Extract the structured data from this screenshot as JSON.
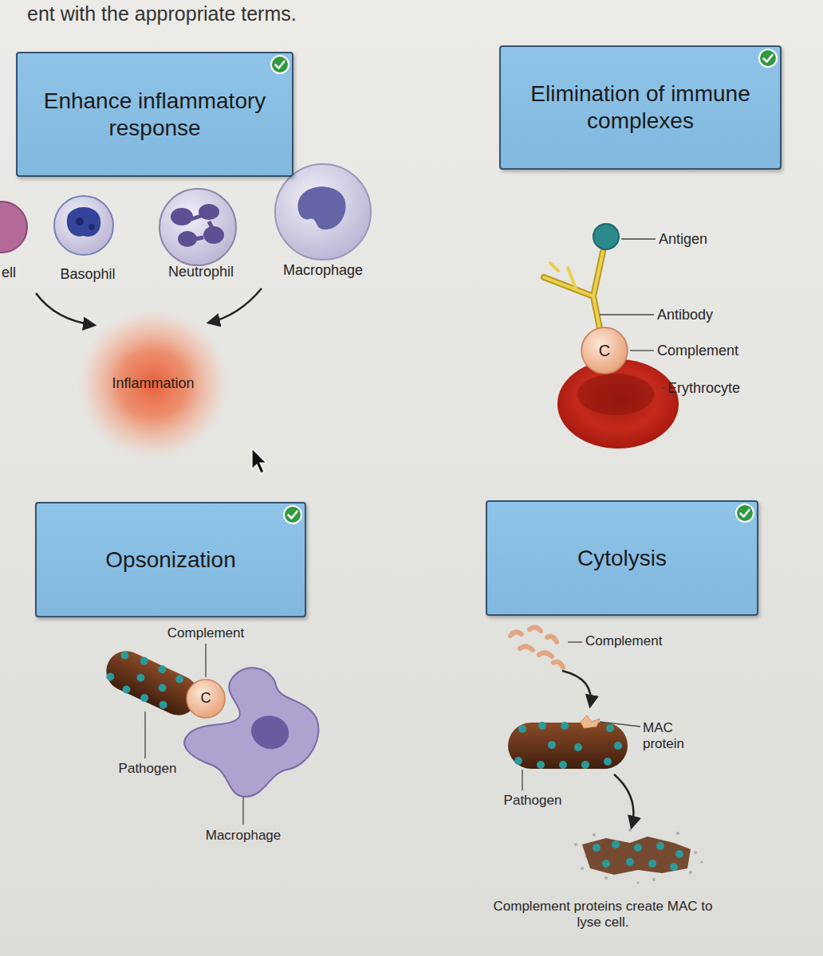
{
  "diagram": {
    "nodes": [
      {
        "text": [
          "Enhance inflammatory response"
        ]
      },
      {
        "text": [
          "Elimination of immune complexes"
        ]
      },
      {
        "text": [
          "Inflammation"
        ]
      },
      {
        "text": [
          "C"
        ]
      },
      {
        "text": [
          "Opsonization"
        ]
      },
      {
        "text": [
          "C"
        ]
      },
      {
        "text": [
          "Cytolysis"
        ]
      }
    ],
    "labels": [
      "ent with the appropriate terms.",
      "ell",
      "Basophil",
      "Neutrophil",
      "Macrophage",
      "Antigen",
      "Antibody",
      "Complement",
      "Erythrocyte",
      "Complement",
      "Pathogen",
      "Macrophage",
      "Complement",
      "MAC protein",
      "Pathogen",
      "Complement proteins create MAC to lyse cell."
    ]
  }
}
